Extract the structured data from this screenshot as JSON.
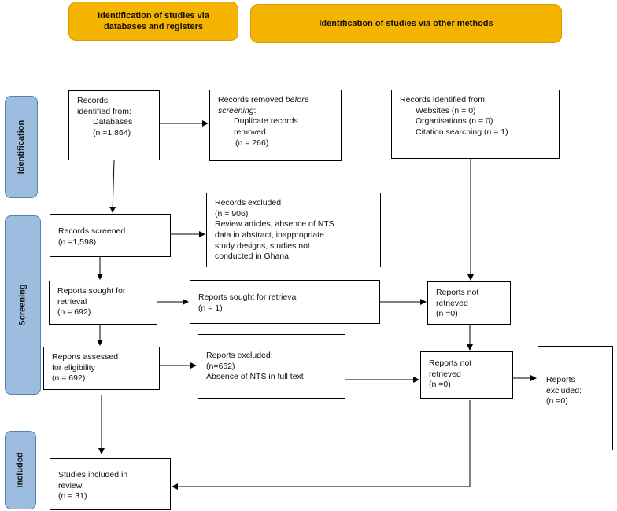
{
  "headers": {
    "databases": "Identification of studies via\ndatabases and registers",
    "other_methods": "Identification of studies via other methods"
  },
  "phases": {
    "identification": "Identification",
    "screening": "Screening",
    "included": "Included"
  },
  "boxes": {
    "records_identified": {
      "heading": "Records\nidentified from:",
      "source": "Databases",
      "count": "(n =1,864)"
    },
    "records_removed": {
      "heading_prefix": "Records removed ",
      "heading_italic": "before screening",
      "heading_suffix": ":",
      "detail": "Duplicate records\nremoved",
      "count": "(n = 266)"
    },
    "other_identified": {
      "heading": "Records identified from:",
      "items": [
        "Websites (n = 0)",
        "Organisations (n = 0)",
        "Citation searching (n = 1)"
      ]
    },
    "records_screened": {
      "label": "Records screened\n(n =1,598)"
    },
    "records_excluded": {
      "label": "Records excluded\n(n = 906)\nReview articles, absence of NTS\ndata in abstract, inappropriate\nstudy designs, studies not\nconducted in Ghana"
    },
    "reports_sought_db": {
      "label": "Reports sought for\nretrieval\n(n = 692)"
    },
    "reports_sought_other": {
      "label": "Reports sought for retrieval\n(n = 1)"
    },
    "not_retrieved_top": {
      "label": "Reports not\nretrieved\n(n =0)"
    },
    "reports_assessed": {
      "label": "Reports assessed\nfor eligibility\n(n = 692)"
    },
    "reports_excluded_db": {
      "label": "Reports excluded:\n(n=662)\nAbsence of NTS in full text"
    },
    "not_retrieved_bottom": {
      "label": "Reports not\nretrieved\n(n =0)"
    },
    "reports_excluded_other": {
      "label": "Reports\nexcluded:\n (n =0)"
    },
    "studies_included": {
      "label": "Studies included in\nreview\n(n = 31)"
    }
  }
}
